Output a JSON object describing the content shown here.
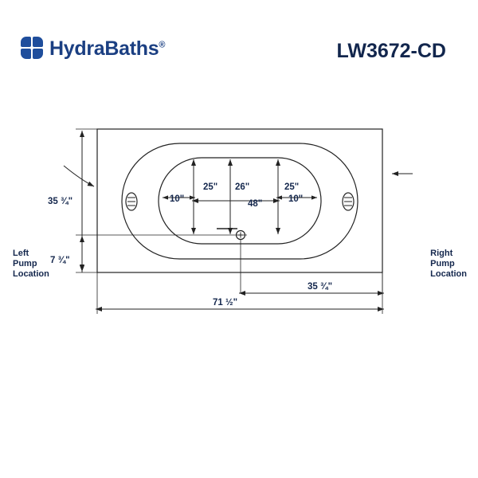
{
  "header": {
    "brand_name": "HydraBaths",
    "brand_registered": "®",
    "model_code": "LW3672-CD",
    "brand_color": "#1b3f82",
    "accent_color": "#2f7fd0"
  },
  "diagram": {
    "title": "LW3672-CD bathtub dimension drawing",
    "line_color": "#222222",
    "callouts": {
      "left_pump": [
        "Left",
        "Pump",
        "Location"
      ],
      "right_pump": [
        "Right",
        "Pump",
        "Location"
      ]
    },
    "dimensions": {
      "overall_length": "71 ½\"",
      "overall_width": "35 ¾\"",
      "drain_offset_from_end": "35 ¾\"",
      "drain_offset_from_side": "7 ¾\"",
      "interior_length": "48\"",
      "interior_width": "26\"",
      "left_inset": "25\"",
      "right_inset": "25\"",
      "left_short": "10\"",
      "right_short": "10\""
    }
  }
}
